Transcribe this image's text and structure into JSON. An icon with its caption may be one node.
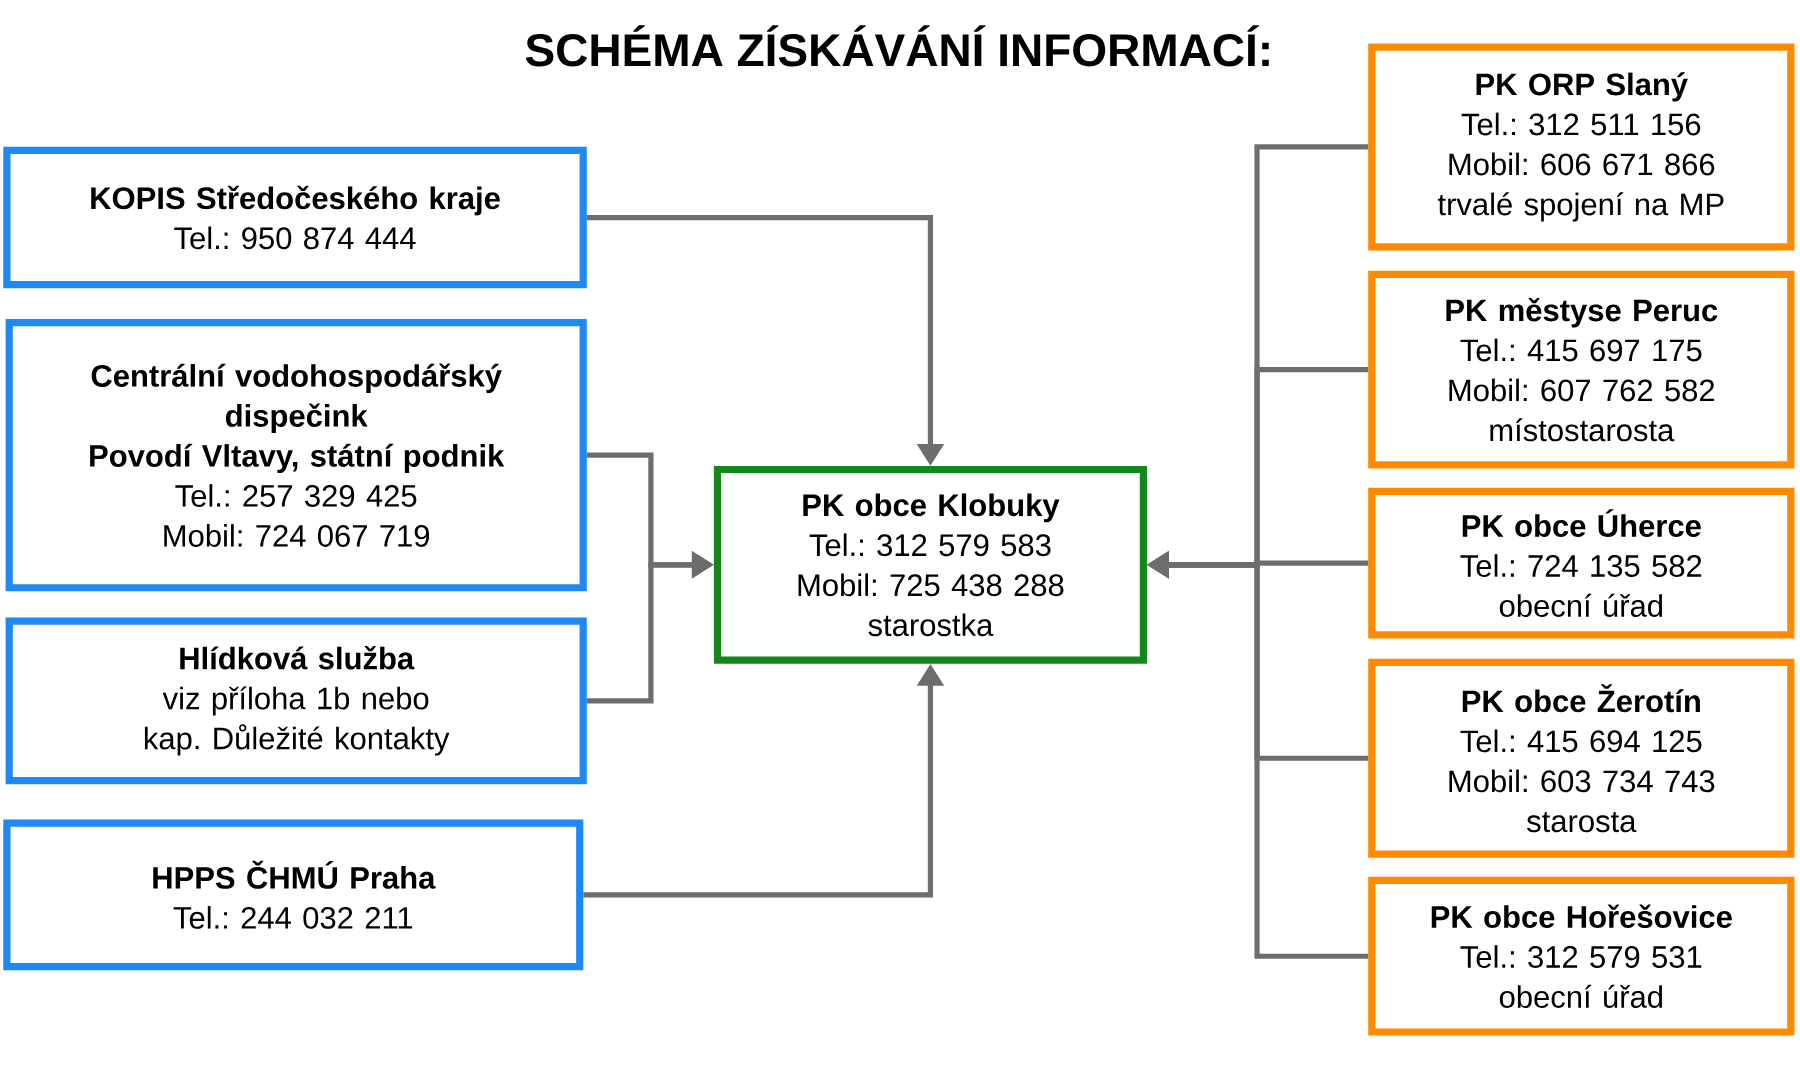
{
  "diagram": {
    "title": "SCHÉMA ZÍSKÁVÁNÍ INFORMACÍ:",
    "nodes": [
      {
        "text": [
          "KOPIS Středočeského kraje",
          "Tel.: 950 874 444"
        ]
      },
      {
        "text": [
          "Centrální vodohospodářský dispečink",
          "Povodí Vltavy, státní podnik",
          "Tel.: 257 329 425",
          "Mobil: 724 067 719"
        ]
      },
      {
        "text": [
          "Hlídková služba",
          "viz příloha 1b nebo kap. Důležité kontakty"
        ]
      },
      {
        "text": [
          "HPPS ČHMÚ Praha",
          "Tel.: 244 032 211"
        ]
      },
      {
        "text": [
          "PK obce Klobuky",
          "Tel.: 312 579 583",
          "Mobil: 725 438 288",
          "starostka"
        ]
      },
      {
        "text": [
          "PK ORP Slaný",
          "Tel.: 312 511 156",
          "Mobil: 606 671 866",
          "trvalé spojení na MP"
        ]
      },
      {
        "text": [
          "PK městyse Peruc",
          "Tel.: 415 697 175",
          "Mobil: 607 762 582",
          "místostarosta"
        ]
      },
      {
        "text": [
          "PK obce Úherce",
          "Tel.: 724 135 582",
          "obecní úřad"
        ]
      },
      {
        "text": [
          "PK obce Žerotín",
          "Tel.: 415 694 125",
          "Mobil: 603 734 743",
          "starosta"
        ]
      },
      {
        "text": [
          "PK obce Hořešovice",
          "Tel.: 312 579 531",
          "obecní úřad"
        ]
      }
    ],
    "edges": [
      {
        "from": 0,
        "to": 4,
        "arrow": "to"
      },
      {
        "from": 1,
        "to": 4,
        "arrow": "to"
      },
      {
        "from": 2,
        "to": 4,
        "arrow": "to"
      },
      {
        "from": 3,
        "to": 4,
        "arrow": "to"
      },
      {
        "from": 5,
        "to": 4,
        "arrow": "to"
      },
      {
        "from": 6,
        "to": 4,
        "arrow": "to"
      },
      {
        "from": 7,
        "to": 4,
        "arrow": "to"
      },
      {
        "from": 8,
        "to": 4,
        "arrow": "to"
      },
      {
        "from": 9,
        "to": 4,
        "arrow": "to"
      }
    ]
  }
}
